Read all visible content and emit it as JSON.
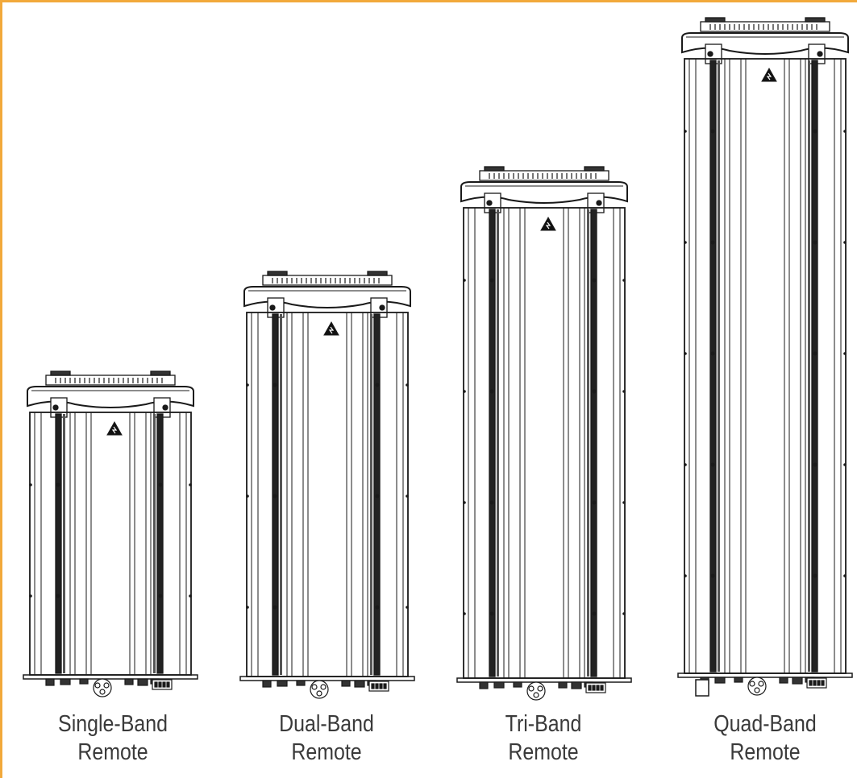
{
  "accent_color": "#f2a93b",
  "units": [
    {
      "id": "single",
      "line1": "Single-Band",
      "line2": "Remote",
      "icon": "warning-triangle-icon"
    },
    {
      "id": "dual",
      "line1": "Dual-Band",
      "line2": "Remote",
      "icon": "warning-triangle-icon"
    },
    {
      "id": "tri",
      "line1": "Tri-Band",
      "line2": "Remote",
      "icon": "warning-triangle-icon"
    },
    {
      "id": "quad",
      "line1": "Quad-Band",
      "line2": "Remote",
      "icon": "warning-triangle-icon"
    }
  ]
}
